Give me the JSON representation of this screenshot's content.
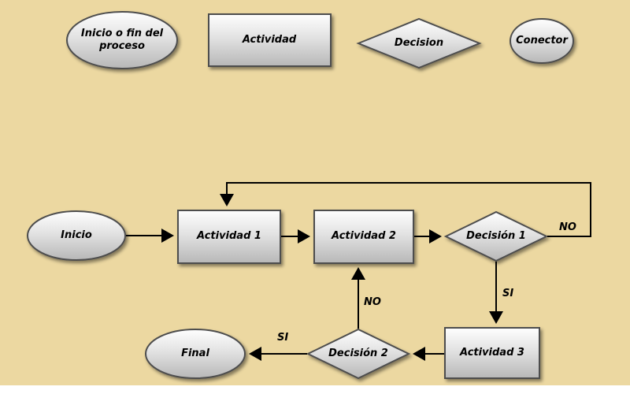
{
  "legend": {
    "terminator": "Inicio o fin del proceso",
    "activity": "Actividad",
    "decision": "Decision",
    "connector": "Conector"
  },
  "flow": {
    "start": "Inicio",
    "activity1": "Actividad 1",
    "activity2": "Actividad 2",
    "decision1": "Decisión 1",
    "activity3": "Actividad 3",
    "decision2": "Decisión 2",
    "final": "Final"
  },
  "edge_labels": {
    "decision1_no": "NO",
    "decision1_si": "SI",
    "decision2_no": "NO",
    "decision2_si": "SI"
  },
  "colors": {
    "background": "#ecd8a1",
    "shape_fill_top": "#fefefe",
    "shape_fill_bottom": "#b7b7b7",
    "shape_border": "#4d4d4d",
    "line": "#000000",
    "text": "#000000"
  }
}
